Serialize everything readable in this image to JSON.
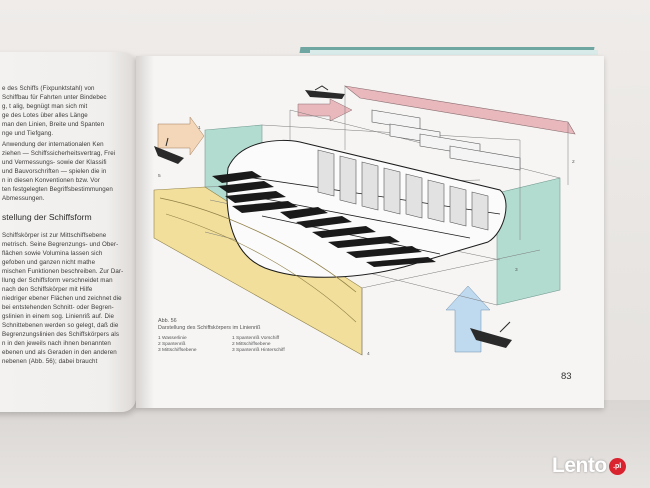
{
  "left_page": {
    "lines_top": [
      "e des Schiffs (Fixpunktstahl) von",
      "Schiffbau für Fahrten unter Bindebec",
      "g, t alig, begnügt man sich mit",
      "ge des Lotes über alles Länge",
      "man den Linien, Breite und Spanten",
      "nge und Tiefgang.",
      "Anwendung der internationalen Ken",
      "ziehen — Schiffssicherheitsvertrag, Frei",
      "und Vermessungs- sowie der Klassifi",
      "und Bauvorschriften — spielen die in",
      "n in diesen Konventionen bzw. Vor",
      "ten festgelegten Begriffsbestimmungen",
      "Abmessungen."
    ],
    "heading": "stellung der Schiffsform",
    "lines_bottom": [
      "Schiffskörper ist zur Mittschiffsebene",
      "metrisch. Seine Begrenzungs- und Ober-",
      "flächen sowie Volumina lassen sich",
      "gefoben und ganzen nicht mathe",
      "mischen Funktionen beschreiben. Zur Dar-",
      "llung der Schiffsform verschneidet man",
      "nach den Schiffskörper mit Hilfe",
      "niedriger ebener Flächen und zeichnet die",
      "bei entstehenden Schnitt- oder Begren-",
      "gslinien in einem sog. Linienriß auf. Die",
      "Schnittebenen werden so gelegt, daß die",
      "Begrenzungslinien des Schiffskörpers als",
      "n in den jeweils nach ihnen benannten",
      "ebenen und als Geraden in den anderen",
      "nebenen (Abb. 56); dabei braucht"
    ]
  },
  "figure": {
    "caption_title": "Abb. 56",
    "caption_text": "Darstellung des Schiffskörpers im Linienriß",
    "legend": [
      "1 Wasserlinie",
      "2 Spantenriß",
      "3 Mittschiffsebene",
      "1 Spantenriß Vorschiff",
      "2 Mittschiffsebene",
      "3 Spantenriß Hinterschiff"
    ],
    "numbers": [
      "1",
      "2",
      "3",
      "4",
      "5"
    ],
    "colors": {
      "green_plane": "#a8d8cb",
      "yellow_plane": "#f1df9b",
      "pink_plane": "#e8b8bd",
      "blue_arrow": "#bfd9ef",
      "hull_line": "#1c1c1c"
    }
  },
  "page_number": "83",
  "watermark": {
    "text": "Lento",
    "badge": ".pl",
    "badge_color": "#d9232f"
  }
}
